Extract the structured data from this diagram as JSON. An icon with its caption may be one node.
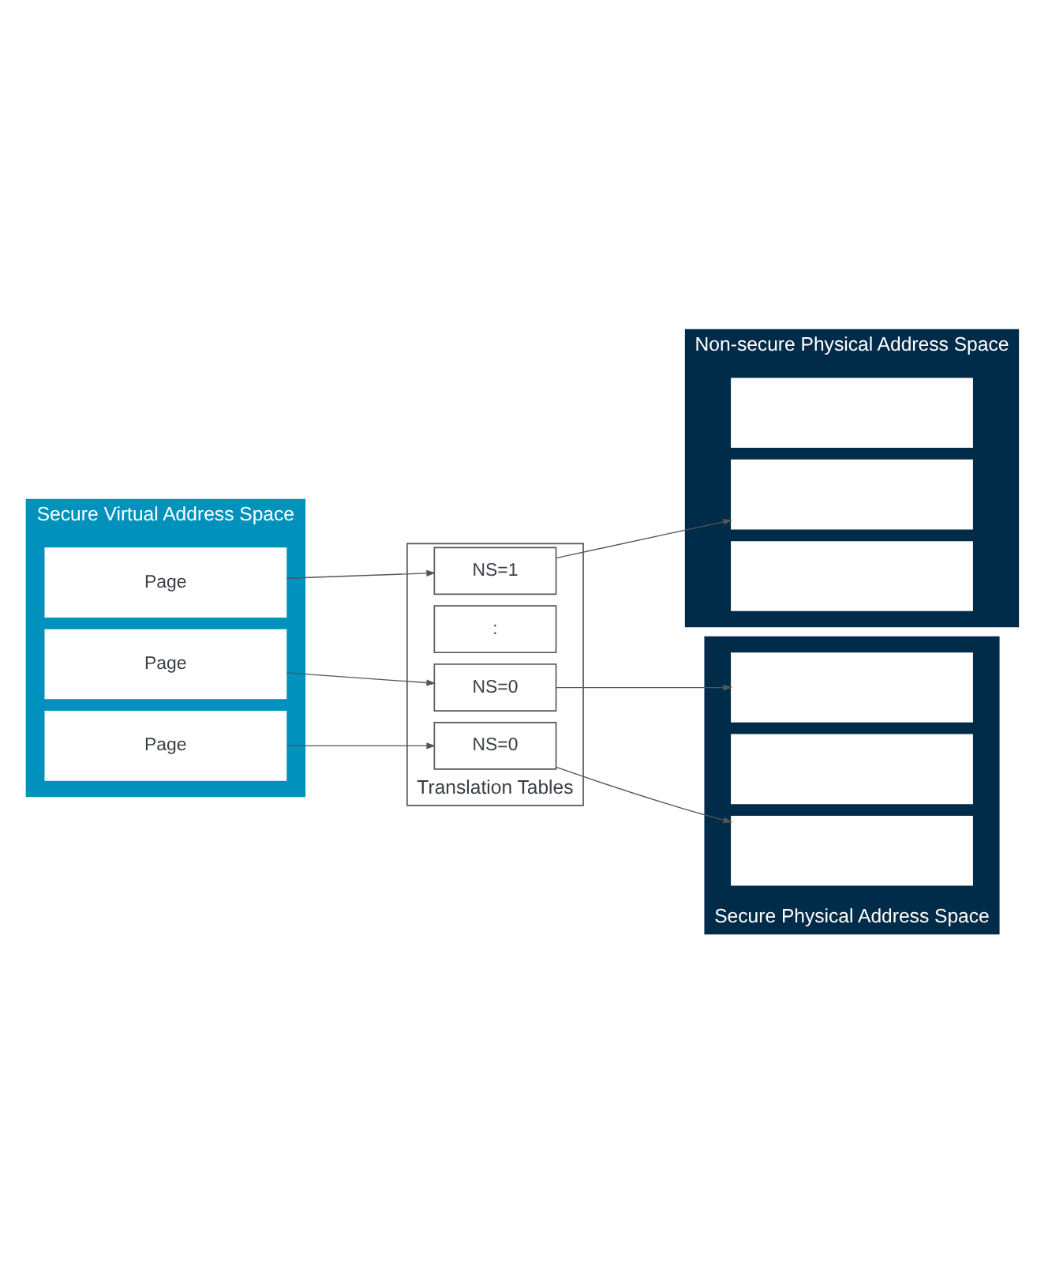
{
  "diagram": {
    "nodes": [
      {
        "text": [
          "Secure Virtual Address Space"
        ]
      },
      {
        "text": [
          "Page"
        ],
        "in": 0
      },
      {
        "text": [
          "Page"
        ],
        "in": 0
      },
      {
        "text": [
          "Page"
        ],
        "in": 0
      },
      {
        "text": [
          "Translation Tables"
        ]
      },
      {
        "text": [
          "NS=1"
        ],
        "in": 4
      },
      {
        "text": [
          ":"
        ],
        "in": 4
      },
      {
        "text": [
          "NS=0"
        ],
        "in": 4
      },
      {
        "text": [
          "NS=0"
        ],
        "in": 4
      },
      {
        "text": [
          "Non-secure Physical Address Space"
        ]
      },
      {
        "text": [],
        "shape": "box",
        "in": 9
      },
      {
        "text": [],
        "shape": "box",
        "in": 9
      },
      {
        "text": [],
        "shape": "box",
        "in": 9
      },
      {
        "text": [
          "Secure Physical Address Space"
        ]
      },
      {
        "text": [],
        "shape": "box",
        "in": 13
      },
      {
        "text": [],
        "shape": "box",
        "in": 13
      },
      {
        "text": [],
        "shape": "box",
        "in": 13
      }
    ],
    "edges": [
      {
        "from": 1,
        "to": 5,
        "arrow": "to"
      },
      {
        "from": 2,
        "to": 7,
        "arrow": "to"
      },
      {
        "from": 3,
        "to": 8,
        "arrow": "to"
      },
      {
        "from": 5,
        "to": 11,
        "arrow": "to"
      },
      {
        "from": 7,
        "to": 14,
        "arrow": "to"
      },
      {
        "from": 8,
        "to": 16,
        "arrow": "to"
      }
    ]
  }
}
